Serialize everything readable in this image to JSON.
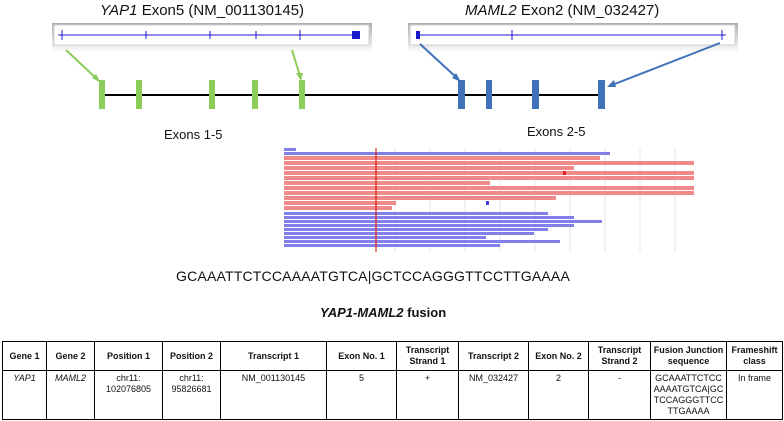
{
  "gene_left": {
    "name": "YAP1",
    "rest": " Exon5 (NM_001130145)"
  },
  "gene_right": {
    "name": "MAML2",
    "rest": " Exon2 (NM_032427)"
  },
  "exons_left_label": "Exons 1-5",
  "exons_right_label": "Exons 2-5",
  "junction_sequence": "GCAAATTCTCCAAAATGTCA|GCTCCAGGGTTCCTTGAAAA",
  "fusion_title": {
    "name": "YAP1-MAML2",
    "rest": " fusion"
  },
  "colors": {
    "yap1_exon": "#8ccc5a",
    "maml2_exon": "#3f72b8",
    "read_red": "#f08a8a",
    "read_blue": "#8080e8",
    "junction_line": "#e0201a"
  },
  "table": {
    "headers": [
      "Gene 1",
      "Gene 2",
      "Position 1",
      "Position 2",
      "Transcript 1",
      "Exon No. 1",
      "Transcript Strand 1",
      "Transcript 2",
      "Exon No. 2",
      "Transcript Strand 2",
      "Fusion Junction sequence",
      "Frameshift class"
    ],
    "row": [
      "YAP1",
      "MAML2",
      "chr11: 102076805",
      "chr11: 95826681",
      "NM_001130145",
      "5",
      "+",
      "NM_032427",
      "2",
      "-",
      "GCAAATTCTCCAAAATGTCA|GCTCCAGGGTTCCTTGAAAA",
      "In frame"
    ]
  }
}
